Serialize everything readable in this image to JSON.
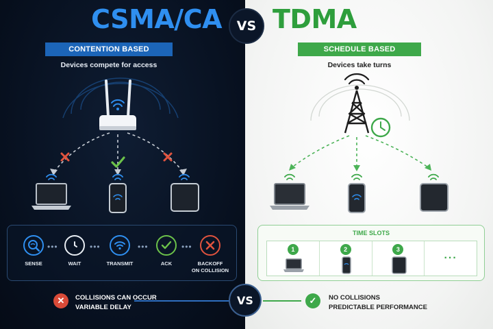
{
  "left": {
    "title": "CSMA/CA",
    "pill": "CONTENTION BASED",
    "subtitle": "Devices compete for access",
    "steps": [
      {
        "label": "SENSE",
        "icon": "search-wifi-icon"
      },
      {
        "label": "WAIT",
        "icon": "clock-icon"
      },
      {
        "label": "TRANSMIT",
        "icon": "wifi-icon"
      },
      {
        "label": "ACK",
        "icon": "check-icon"
      },
      {
        "label": "BACKOFF\nON COLLISION",
        "icon": "x-icon"
      }
    ],
    "footer_line1": "COLLISIONS CAN OCCUR",
    "footer_line2": "VARIABLE DELAY",
    "colors": {
      "accent": "#2f8ff0",
      "pill": "#1c65b8",
      "error": "#d94a38",
      "ok": "#6cc24a"
    }
  },
  "vs_top": "VS",
  "vs_bottom": "VS",
  "right": {
    "title": "TDMA",
    "pill": "SCHEDULE BASED",
    "subtitle": "Devices take turns",
    "time_slots_title": "TIME SLOTS",
    "slots": [
      "1",
      "2",
      "3"
    ],
    "slot_more": "...",
    "footer_line1": "NO COLLISIONS",
    "footer_line2": "PREDICTABLE PERFORMANCE",
    "colors": {
      "accent": "#2e9e3c",
      "pill": "#3ea84a"
    }
  }
}
